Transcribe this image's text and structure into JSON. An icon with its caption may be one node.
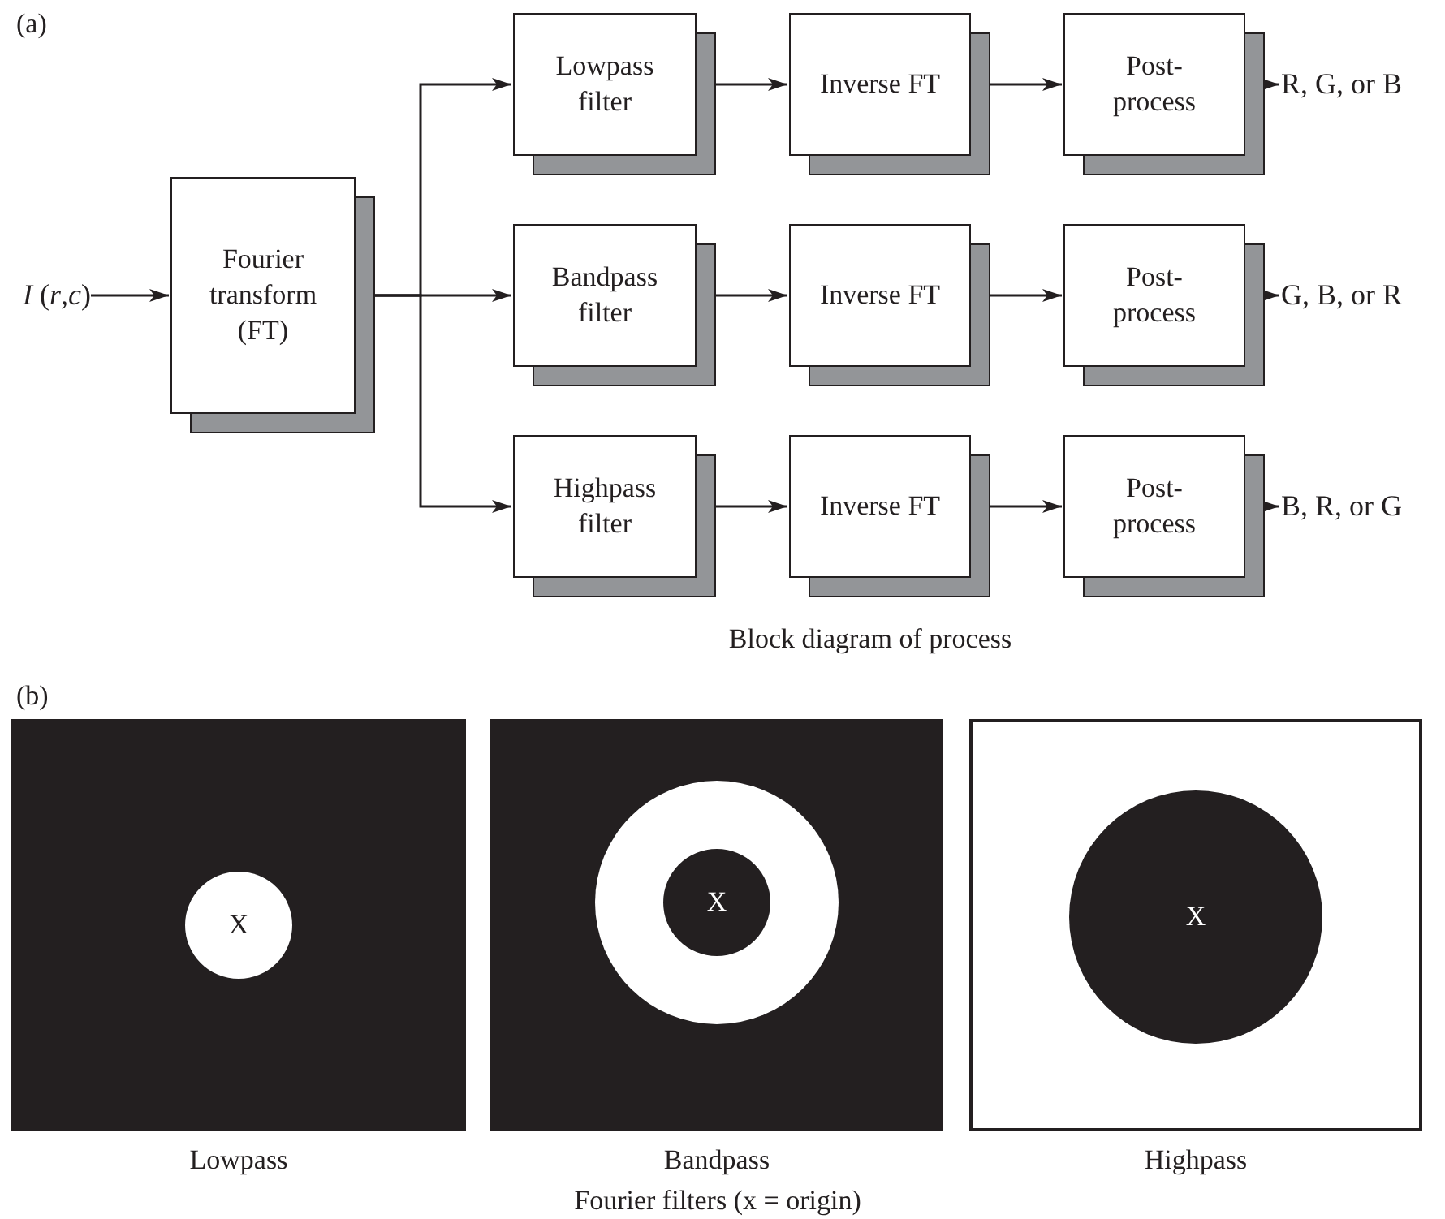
{
  "diagram": {
    "nodes": [
      {
        "text": [
          "*I* (*r*,*c*)"
        ]
      },
      {
        "text": [
          "Fourier transform (FT)"
        ]
      },
      {
        "text": [
          "Lowpass filter"
        ]
      },
      {
        "text": [
          "Inverse FT"
        ]
      },
      {
        "text": [
          "Post- process"
        ]
      },
      {
        "text": [
          "R, G, or B"
        ]
      },
      {
        "text": [
          "Bandpass filter"
        ]
      },
      {
        "text": [
          "Inverse FT"
        ]
      },
      {
        "text": [
          "Post- process"
        ]
      },
      {
        "text": [
          "G, B, or R"
        ]
      },
      {
        "text": [
          "Highpass filter"
        ]
      },
      {
        "text": [
          "Inverse FT"
        ]
      },
      {
        "text": [
          "Post- process"
        ]
      },
      {
        "text": [
          "B, R, or G"
        ]
      },
      {
        "text": [
          "X"
        ],
        "beside": [
          "Lowpass"
        ]
      },
      {
        "text": [
          "X"
        ],
        "beside": [
          "Bandpass"
        ]
      },
      {
        "text": [
          "X"
        ],
        "beside": [
          "Highpass"
        ]
      }
    ],
    "edges": [
      {
        "from": 0,
        "to": 1,
        "arrow": "to"
      },
      {
        "from": 1,
        "to": 2,
        "arrow": "to"
      },
      {
        "from": 1,
        "to": 6,
        "arrow": "to"
      },
      {
        "from": 1,
        "to": 10,
        "arrow": "to"
      },
      {
        "from": 2,
        "to": 3,
        "arrow": "to"
      },
      {
        "from": 3,
        "to": 4,
        "arrow": "to"
      },
      {
        "from": 4,
        "to": 5,
        "arrow": "to"
      },
      {
        "from": 6,
        "to": 7,
        "arrow": "to"
      },
      {
        "from": 7,
        "to": 8,
        "arrow": "to"
      },
      {
        "from": 8,
        "to": 9,
        "arrow": "to"
      },
      {
        "from": 10,
        "to": 11,
        "arrow": "to"
      },
      {
        "from": 11,
        "to": 12,
        "arrow": "to"
      },
      {
        "from": 12,
        "to": 13,
        "arrow": "to"
      }
    ],
    "labels": [
      "(a)",
      "Block diagram of process",
      "(b)",
      "Fourier filters (x = origin)"
    ]
  }
}
